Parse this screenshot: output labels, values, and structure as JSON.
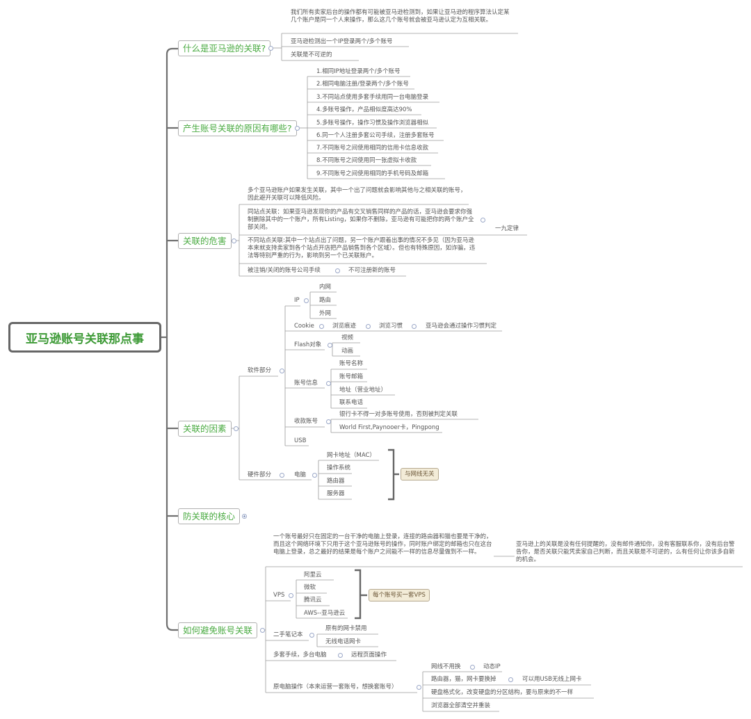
{
  "root": {
    "label": "亚马逊账号关联那点事"
  },
  "branches": {
    "what": {
      "label": "什么是亚马逊的关联?",
      "desc": "我们所有卖家后台的操作都有可能被亚马逊检测到，如果让亚马逊的程序算法认定某几个账户是同一个人来操作，那么这几个账号就会被亚马逊认定为互相关联。",
      "items": [
        "亚马逊检测出一个IP登录两个/多个账号",
        "关联是不可逆的"
      ]
    },
    "causes": {
      "label": "产生账号关联的原因有哪些?",
      "items": [
        "1.相同IP地址登录两个/多个账号",
        "2.相同电脑注册/登录两个/多个账号",
        "3.不同站点使用多套手续用同一台电脑登录",
        "4.多账号操作，产品相似度高达90%",
        "5.多账号操作，操作习惯及操作浏览器相似",
        "6.同一个人注册多套公司手续，注册多套账号",
        "7.不同账号之间使用相同的信用卡信息收款",
        "8.不同账号之间使用同一张虚拟卡收款",
        "9.不同账号之间使用相同的手机号码及邮箱"
      ]
    },
    "harm": {
      "label": "关联的危害",
      "desc": "多个亚马逊账户如果发生关联，其中一个出了问题就会影响其他与之相关联的账号，因此避开关联可以降低风险。",
      "same_site": "同站点关联：如果亚马逊发现你的产品有交叉销售同样的产品的话，亚马逊会要求你强制删除其中的一个账户，所有Listing，如果你不删除，亚马逊有可能把你的两个账户全部关闭。",
      "same_site_note": "一九定律",
      "cross_site": "不同站点关联:其中一个站点出了问题，另一个账户跟着出事的情况不多见（因为亚马逊本来就支持卖家到各个站点开店把产品销售到各个区域）。但也有特殊原因，如诈骗，违法等特别严重的行为，影响到另一个已关联账户。",
      "closed": "被注销/关闭的账号公司手续",
      "closed_note": "不可注册新的账号"
    },
    "factors": {
      "label": "关联的因素",
      "software": {
        "label": "软件部分",
        "ip": {
          "label": "IP",
          "items": [
            "内网",
            "路由",
            "外网"
          ]
        },
        "cookie": {
          "label": "Cookie",
          "chain": [
            "浏览痕迹",
            "浏览习惯",
            "亚马逊会通过操作习惯判定"
          ]
        },
        "flash": {
          "label": "Flash对象",
          "items": [
            "视频",
            "动画"
          ]
        },
        "account": {
          "label": "账号信息",
          "items": [
            "账号名称",
            "账号邮箱",
            "地址（营业地址）",
            "联系电话"
          ]
        },
        "payment": {
          "label": "收款账号",
          "items": [
            "银行卡不得一对多账号使用，否则被判定关联",
            "World First,Paynooer卡，Pingpong"
          ]
        },
        "usb": {
          "label": "USB"
        }
      },
      "hardware": {
        "label": "硬件部分",
        "computer": {
          "label": "电脑",
          "items": [
            "网卡地址（MAC）",
            "操作系统",
            "路由器",
            "服务器"
          ]
        },
        "callout": "与网线无关"
      }
    },
    "core": {
      "label": "防关联的核心"
    },
    "avoid": {
      "label": "如何避免账号关联",
      "desc": "一个账号最好只在固定的一台干净的电脑上登录，连接的路由器和猫也要是干净的，而且这个网络环境下只用于这个亚马逊账号的操作，同时账户绑定的邮箱也只在这台电脑上登录，总之最好的结果是每个账户之间能不一样的信息尽量做到不一样。",
      "side_note": "亚马逊上的关联是没有任何提醒的，没有邮件通知你，没有客服联系你，没有后台警告你，是否关联只能凭卖家自己判断，而且关联是不可逆的，么有任何让你该多自新的机会。",
      "vps": {
        "label": "VPS",
        "items": [
          "阿里云",
          "微软",
          "腾讯云",
          "AWS--亚马逊云"
        ],
        "callout": "每个账号买一套VPS"
      },
      "laptop": {
        "label": "二手笔记本",
        "items": [
          "原有的网卡禁用",
          "无线电话网卡"
        ]
      },
      "multi": {
        "label": "多套手续，多台电脑",
        "note": "远程页面操作"
      },
      "original": {
        "label": "原电脑操作（本来运营一套账号，想换套账号）",
        "items": [
          "网线不用换",
          "路由器，猫，网卡要换掉",
          "硬盘格式化，改变硬盘的分区结构，要与原来的不一样",
          "浏览器全部清空并重装"
        ],
        "item_notes": [
          "动态IP",
          "可以用USB无线上网卡"
        ]
      }
    }
  }
}
